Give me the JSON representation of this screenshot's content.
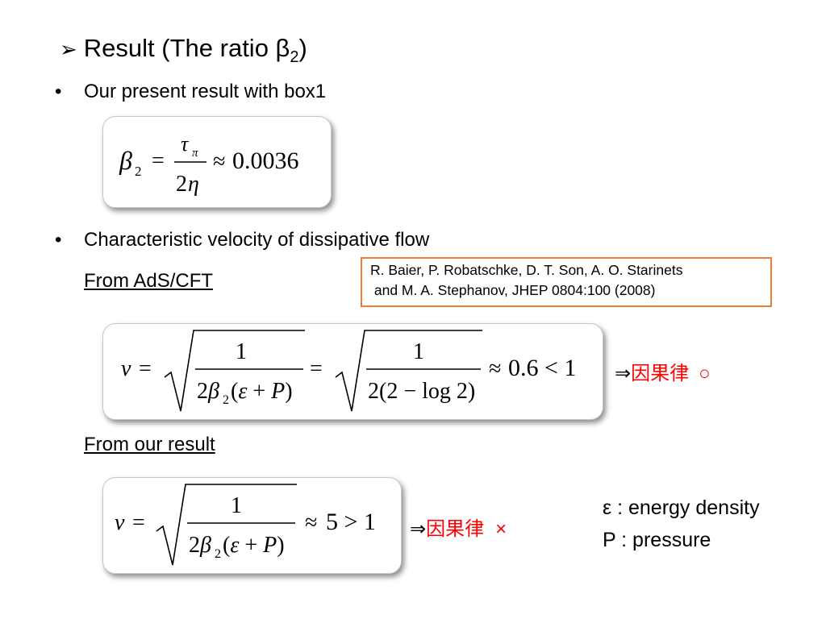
{
  "title": {
    "arrow": "➢",
    "text": "Result (The ratio β",
    "sub": "2",
    "close": ")"
  },
  "bullets": {
    "b1": {
      "dot": "•",
      "text": "Our present result with box1"
    },
    "b2": {
      "dot": "•",
      "text": "Characteristic velocity of dissipative flow"
    }
  },
  "labels": {
    "from_ads": "From AdS/CFT",
    "from_ours": "From our result"
  },
  "reference": {
    "line1": "R. Baier, P. Robatschke, D. T. Son, A. O. Starinets",
    "line2": " and M. A. Stephanov, JHEP 0804:100 (2008)"
  },
  "eq1": {
    "beta": "β",
    "sub2": "2",
    "eq": "=",
    "tau": "τ",
    "pi": "π",
    "two": "2",
    "eta": "η",
    "approx": "≈",
    "value": "0.0036"
  },
  "eq2": {
    "v": "v",
    "eq": "=",
    "one": "1",
    "den": "2β(ε + P)",
    "den2": "2(2 − log 2)",
    "approx": "≈",
    "rhs": "0.6 < 1"
  },
  "eq3": {
    "v": "v",
    "eq": "=",
    "one": "1",
    "approx": "≈",
    "rhs": "5 > 1"
  },
  "verdicts": {
    "v1": {
      "arrow": "⇒",
      "text": "因果律",
      "mark": "○"
    },
    "v2": {
      "arrow": "⇒",
      "text": "因果律",
      "mark": "×"
    }
  },
  "legend": {
    "eps": "ε : energy density",
    "p": "P : pressure"
  },
  "colors": {
    "ref_border": "#ed7d31",
    "verdict": "#ff0000",
    "box_border": "#c8c8c8"
  }
}
